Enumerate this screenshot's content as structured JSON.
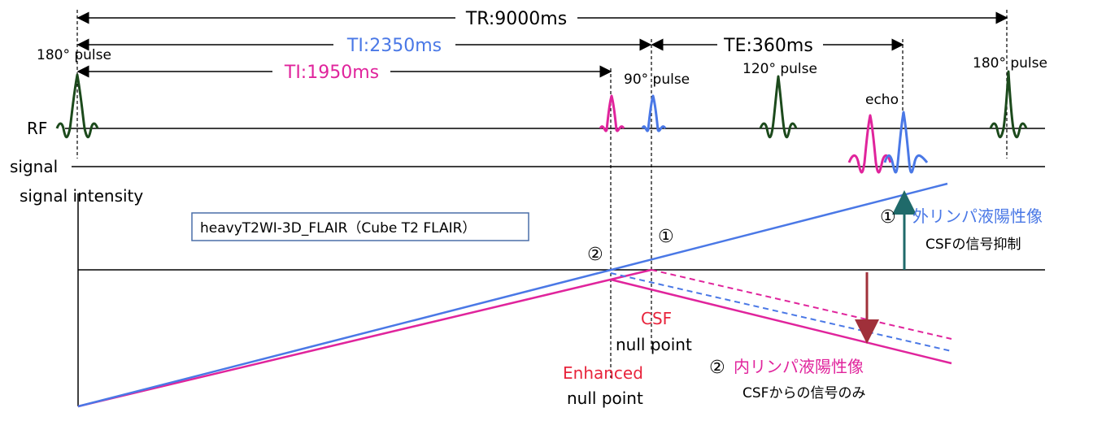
{
  "timing": {
    "tr": "TR:9000ms",
    "ti_long": "TI:2350ms",
    "ti_short": "TI:1950ms",
    "te": "TE:360ms"
  },
  "pulses": {
    "p180_left": "180° pulse",
    "p90": "90° pulse",
    "p120": "120° pulse",
    "p180_right": "180° pulse",
    "echo": "echo"
  },
  "rows": {
    "rf": "RF",
    "signal": "signal",
    "signal_intensity": "signal intensity"
  },
  "sequence_box": "heavyT2WI-3D_FLAIR（Cube T2 FLAIR）",
  "markers": {
    "one": "①",
    "two": "②"
  },
  "null_points": {
    "csf": "CSF",
    "csf_null": "null point",
    "enhanced": "Enhanced",
    "enhanced_null": "null point"
  },
  "images": {
    "outer": "外リンパ液陽性像",
    "outer_sub": "CSFの信号抑制",
    "inner": "内リンパ液陽性像",
    "inner_sub": "CSFからの信号のみ"
  },
  "colors": {
    "blue": "#4a78e6",
    "magenta": "#e0249c",
    "green": "#1c4a1c",
    "red": "#e8243c",
    "teal": "#1f6a6a",
    "darkred": "#a0303a"
  }
}
